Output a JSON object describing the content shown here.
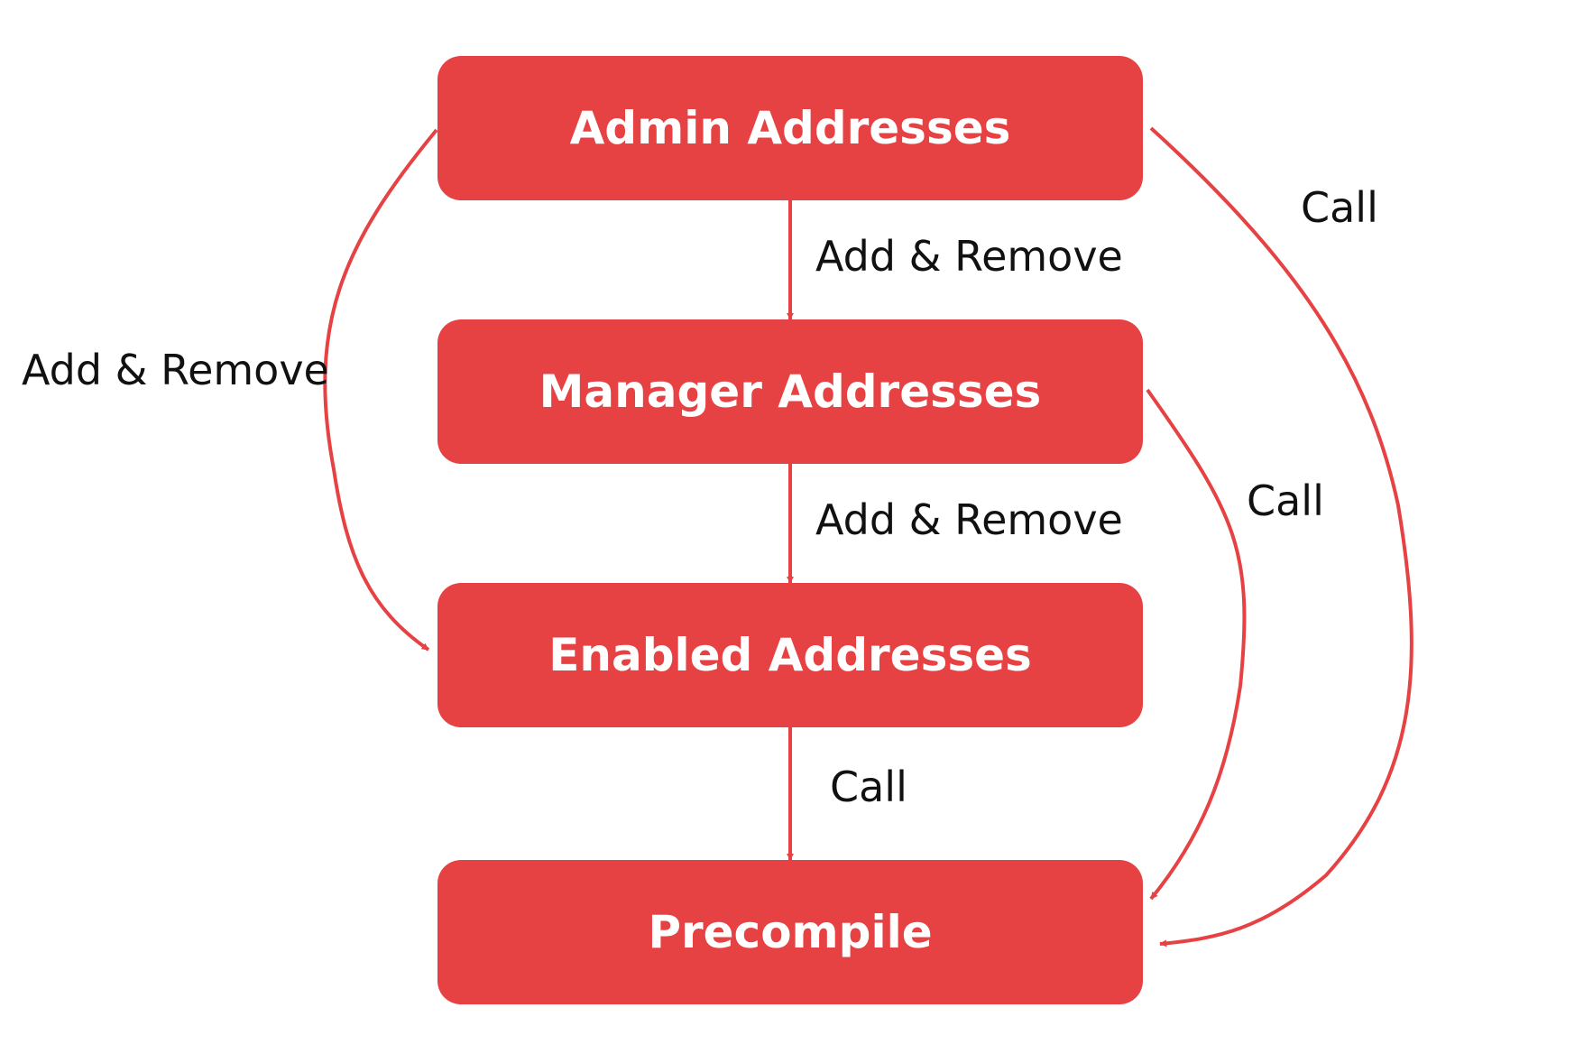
{
  "colors": {
    "node_fill": "#E64143",
    "node_text": "#ffffff",
    "edge": "#E64143",
    "label_text": "#111111",
    "background": "#ffffff"
  },
  "nodes": {
    "admin": "Admin Addresses",
    "manager": "Manager Addresses",
    "enabled": "Enabled Addresses",
    "precompile": "Precompile"
  },
  "edges": {
    "admin_to_manager": "Add & Remove",
    "manager_to_enabled": "Add & Remove",
    "admin_to_enabled": "Add & Remove",
    "enabled_to_precompile": "Call",
    "manager_to_precompile": "Call",
    "admin_to_precompile": "Call"
  }
}
